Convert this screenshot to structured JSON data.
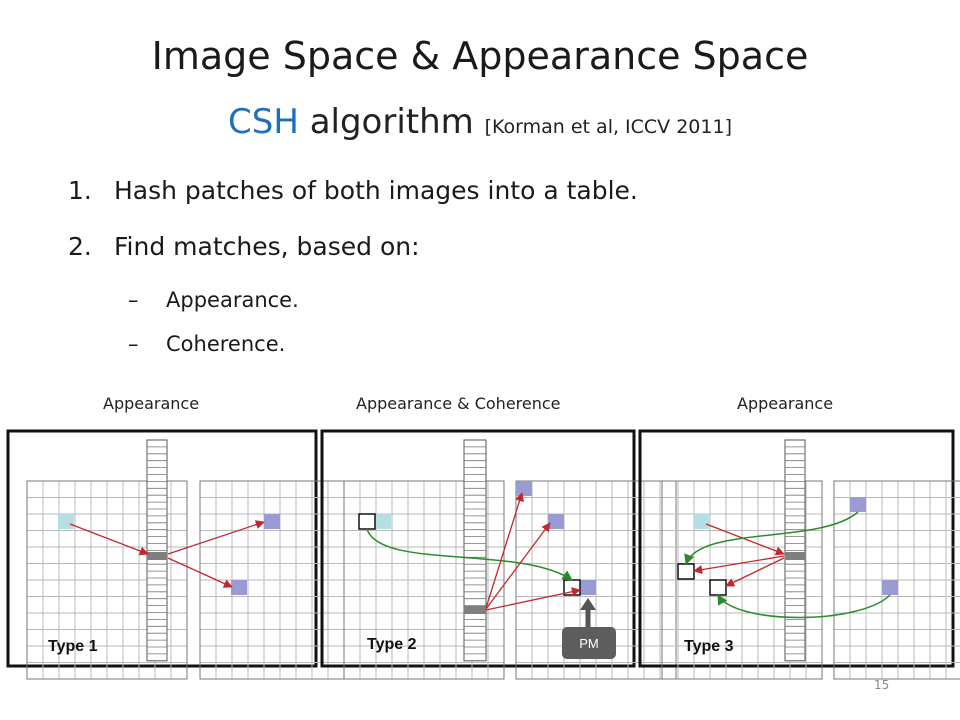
{
  "title": "Image Space & Appearance Space",
  "subtitle": {
    "accent": "CSH",
    "rest": " algorithm ",
    "citation": "[Korman et al, ICCV 2011]"
  },
  "steps": [
    {
      "num": "1.",
      "text": "Hash patches of both images into a table."
    },
    {
      "num": "2.",
      "text": "Find matches, based on:"
    }
  ],
  "substeps": [
    {
      "dash": "–",
      "text": "Appearance."
    },
    {
      "dash": "–",
      "text": "Coherence."
    }
  ],
  "panels": [
    {
      "caption": "Appearance",
      "type_label": "Type 1"
    },
    {
      "caption": "Appearance & Coherence",
      "type_label": "Type 2",
      "badge": "PM"
    },
    {
      "caption": "Appearance",
      "type_label": "Type 3"
    }
  ],
  "colors": {
    "accent": "#1f6fbf",
    "arrow_red": "#c0282d",
    "arrow_green": "#2d8a2d",
    "patch_cyan": "#b7dfe3",
    "patch_purple": "#9a9ad4",
    "hash_cell": "#7f7f7f"
  },
  "page_number": "15"
}
